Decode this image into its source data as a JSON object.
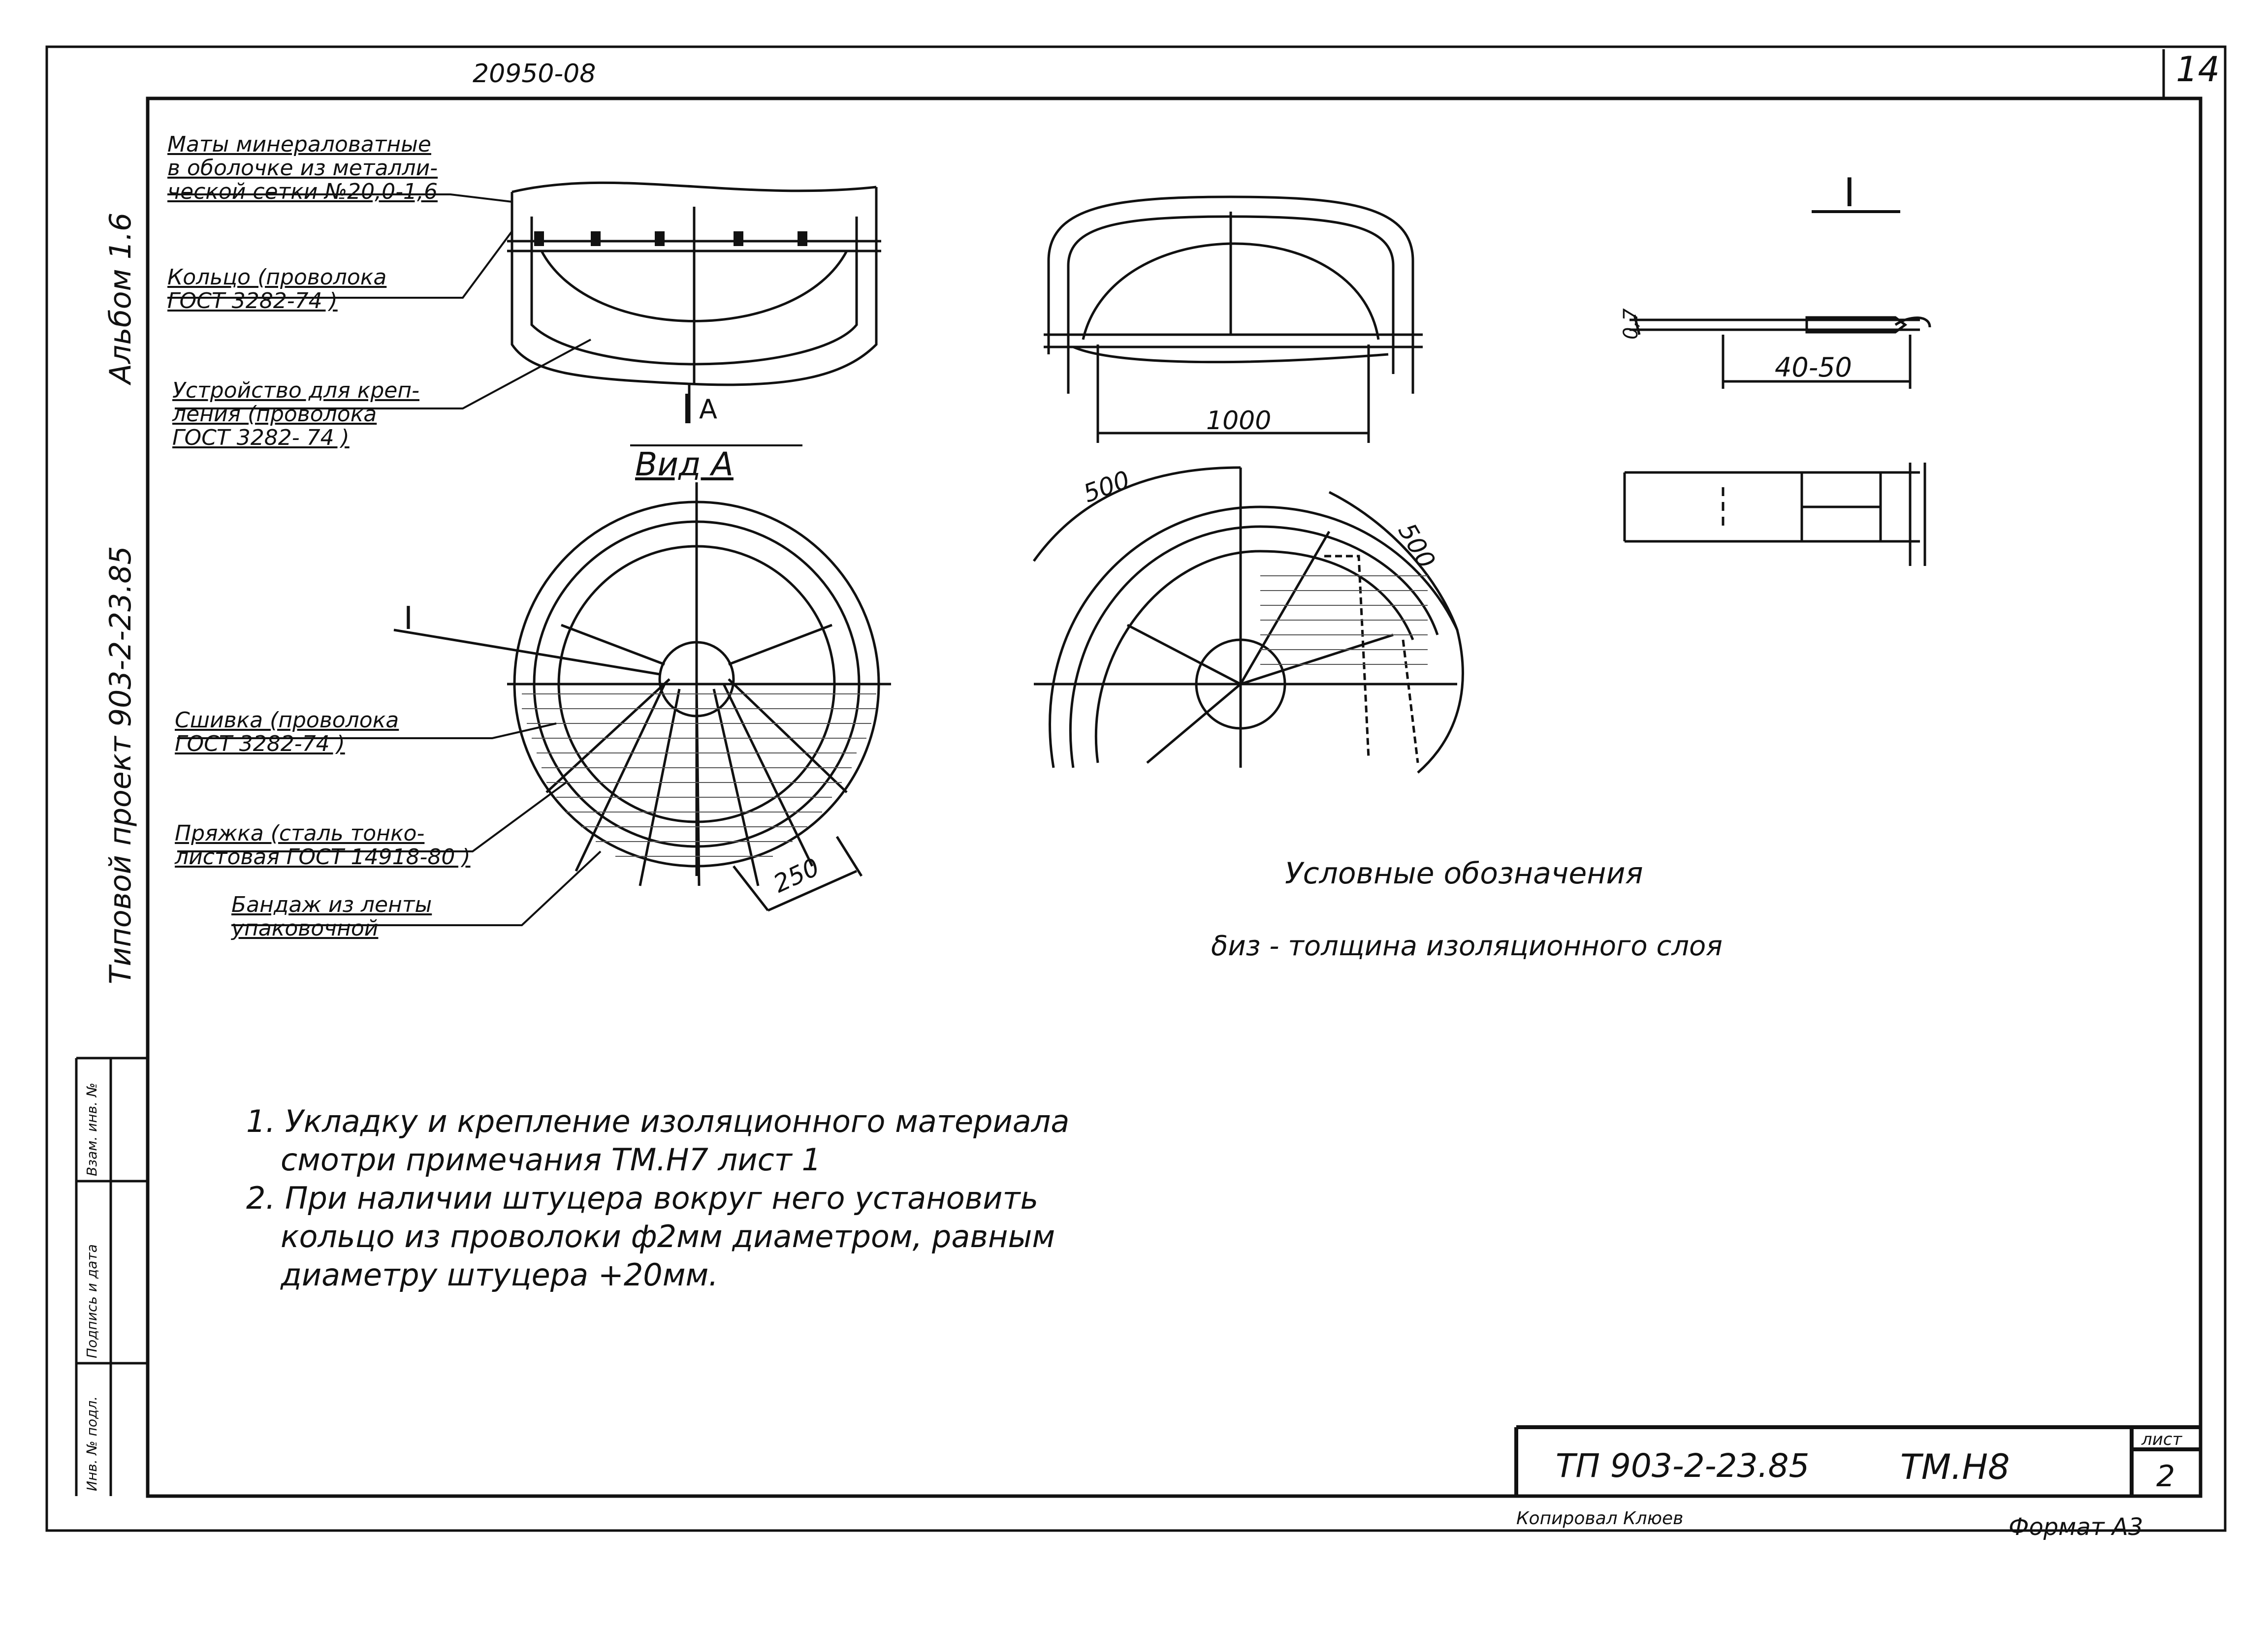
{
  "doc_code_top": "20950-08",
  "sheet_top": "14",
  "album": "Альбом 1.6",
  "project": "Типовой проект 903-2-23.85",
  "side_table": [
    "Инв. № подл.",
    "Подпись и дата",
    "Взам. инв. № "
  ],
  "labels": {
    "mats": [
      "Маты минераловатные",
      "в оболочке из металли-",
      "ческой сетки №20,0-1,6"
    ],
    "ring": [
      "Кольцо (проволока",
      "ГОСТ 3282-74 )"
    ],
    "fastening": [
      "Устройство для креп-",
      "ления (проволока",
      "ГОСТ 3282- 74 )"
    ],
    "stitching": [
      "Сшивка (проволока",
      "ГОСТ 3282-74 )"
    ],
    "buckle": [
      "Пряжка (сталь тонко-",
      "листовая ГОСТ 14918-80 )"
    ],
    "bandage": [
      "Бандаж из ленты",
      "упаковочной"
    ]
  },
  "view_a_arrow": "А",
  "view_a_title": "Вид А",
  "callout_i_left": "I",
  "detail_i_title": "I",
  "dims": {
    "d1000": "1000",
    "d500_left": "500",
    "d500_right": "500",
    "d250": "250",
    "d40_50": "40-50",
    "d0_7": "0,7"
  },
  "legend": {
    "title": "Условные обозначения",
    "item": "δиз - толщина изоляционного слоя"
  },
  "notes": [
    "1. Укладку и крепление изоляционного материала",
    "смотри примечания ТМ.Н7 лист 1",
    "2. При наличии штуцера вокруг него установить",
    "кольцо из проволоки ф2мм диаметром, равным",
    "диаметру штуцера +20мм."
  ],
  "title_block": {
    "code": "ТП 903-2-23.85",
    "mark": "ТМ.Н8",
    "sheet_label": "лист",
    "sheet_no": "2"
  },
  "footer": {
    "copied": "Копировал Клюев",
    "format": "Формат А3"
  }
}
